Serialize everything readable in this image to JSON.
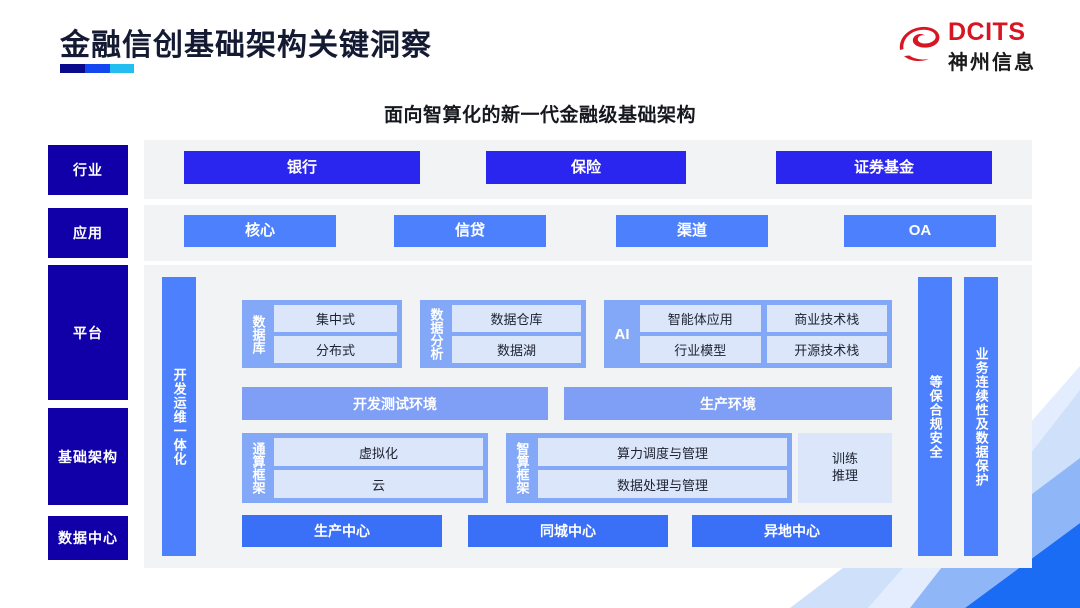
{
  "header": {
    "title": "金融信创基础架构关键洞察",
    "logo": {
      "mark": "dcits-swirl-icon",
      "en": "DCITS",
      "cn": "神州信息",
      "brand_red": "#d81522"
    },
    "accent_bar": [
      "#0a0a8c",
      "#1447f0",
      "#22bef0"
    ]
  },
  "subtitle": "面向智算化的新一代金融级基础架构",
  "colors": {
    "navy": "#1100a8",
    "blue_strong": "#2b25f0",
    "blue_mid": "#4d80fc",
    "blue_soft": "#82a8f7",
    "cell_light": "#dce6fb",
    "panel_bg": "#f2f3f5"
  },
  "diagram": {
    "layer_labels": {
      "industry": "行业",
      "application": "应用",
      "platform": "平台",
      "infrastructure": "基础架构",
      "datacenter": "数据中心"
    },
    "industry_items": [
      "银行",
      "保险",
      "证券基金"
    ],
    "application_items": [
      "核心",
      "信贷",
      "渠道",
      "OA"
    ],
    "side_bars": {
      "left": "开发运维一体化",
      "right_inner": "等保合规安全",
      "right_outer": "业务连续性及数据保护"
    },
    "platform_groups": [
      {
        "key": "数据库",
        "cells": [
          "集中式",
          "分布式"
        ]
      },
      {
        "key": "数据分析",
        "cells": [
          "数据仓库",
          "数据湖"
        ]
      }
    ],
    "ai_group": {
      "key": "AI",
      "columns": [
        [
          "智能体应用",
          "行业模型"
        ],
        [
          "商业技术栈",
          "开源技术栈"
        ]
      ]
    },
    "environments": [
      "开发测试环境",
      "生产环境"
    ],
    "compute_groups": [
      {
        "key": "通算框架",
        "cells": [
          "虚拟化",
          "云"
        ]
      },
      {
        "key": "智算框架",
        "cells": [
          "算力调度与管理",
          "数据处理与管理"
        ]
      }
    ],
    "training_box": "训练\n推理",
    "training_box_lines": [
      "训练",
      "推理"
    ],
    "datacenter_items": [
      "生产中心",
      "同城中心",
      "异地中心"
    ]
  }
}
